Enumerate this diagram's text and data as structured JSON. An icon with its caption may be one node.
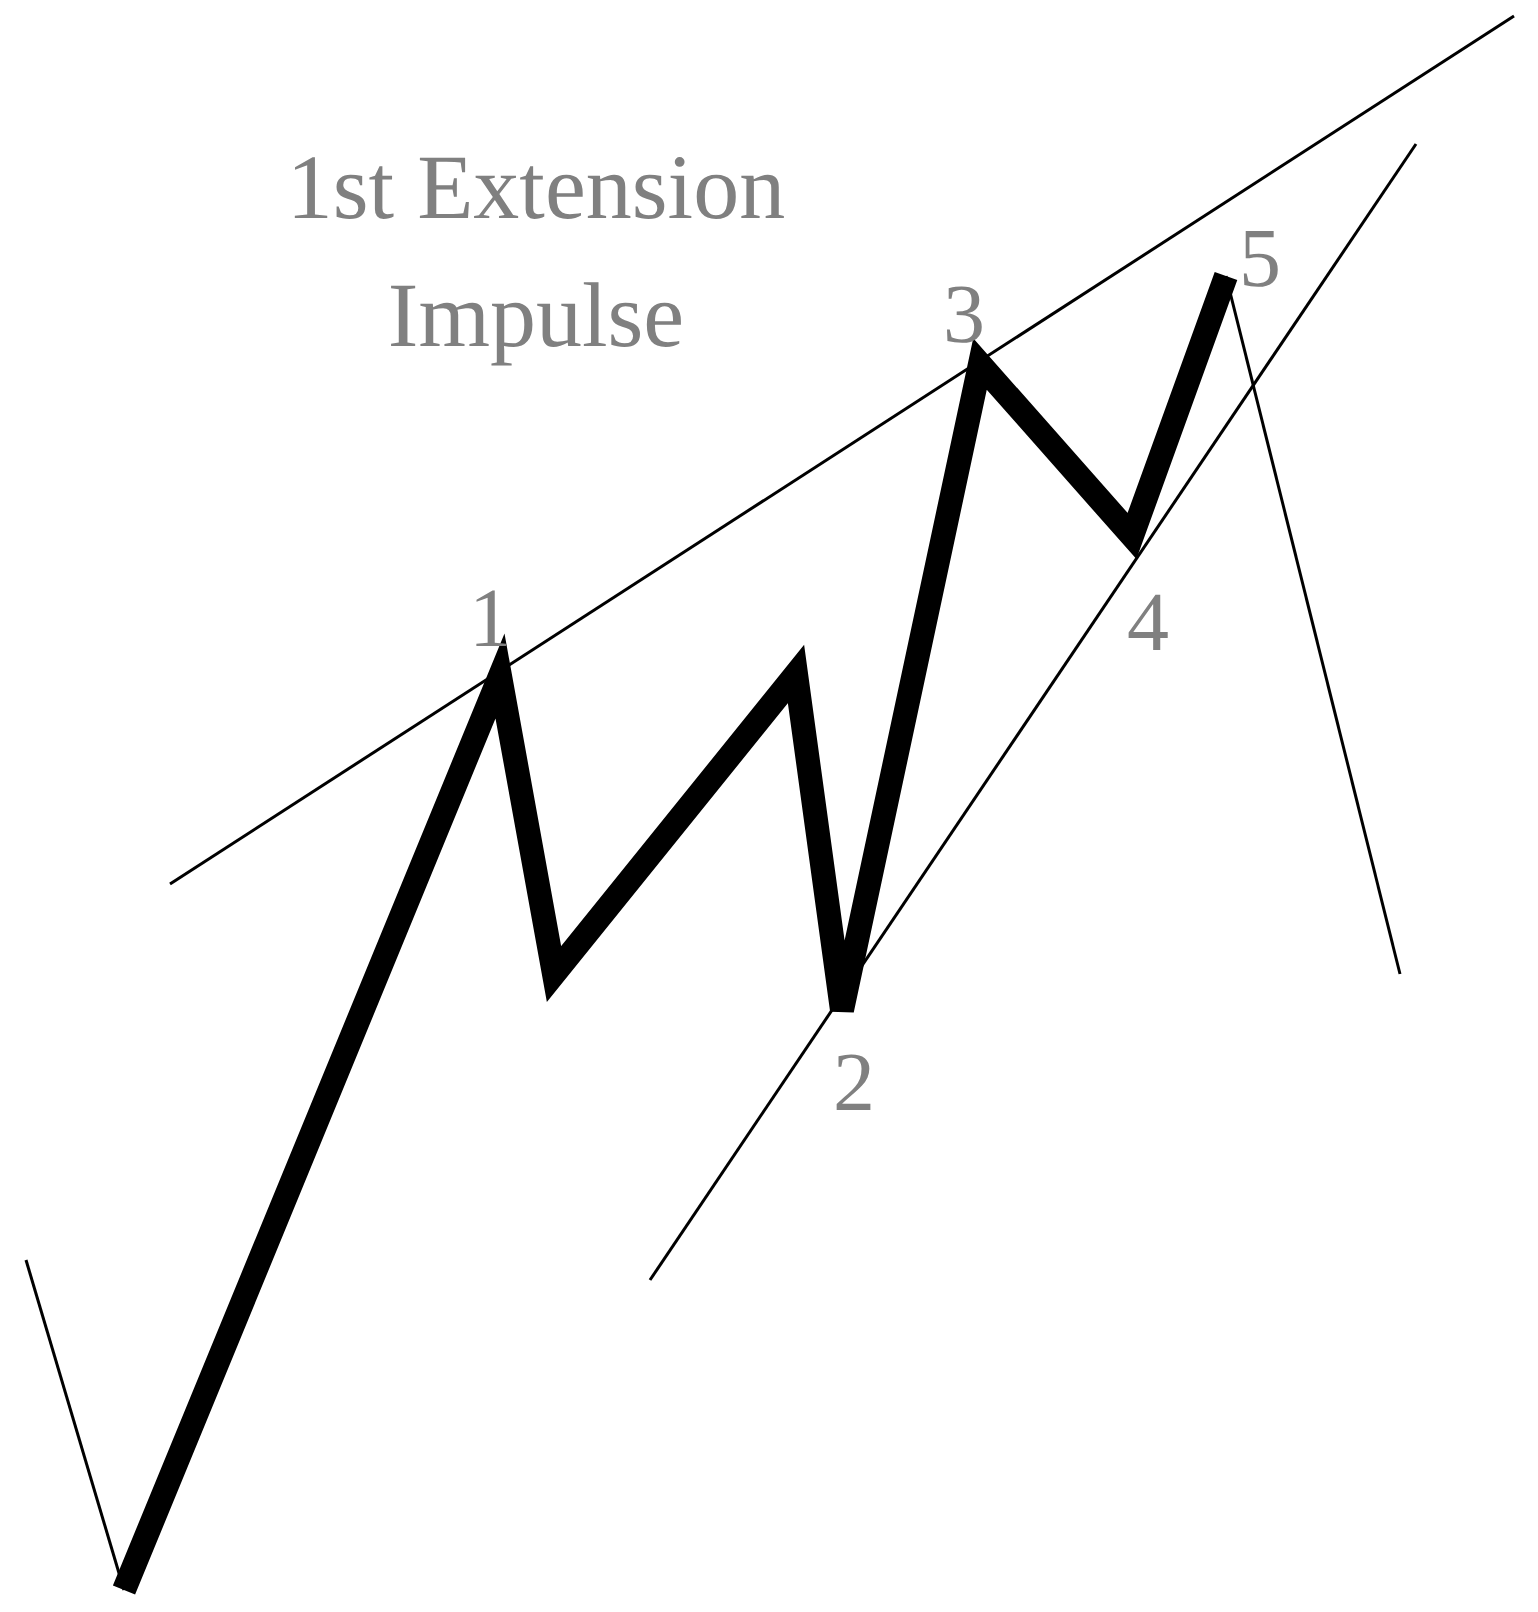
{
  "diagram": {
    "title": "1st Extension Impulse",
    "labels": [
      "5",
      "3",
      "1",
      "4",
      "2"
    ]
  }
}
